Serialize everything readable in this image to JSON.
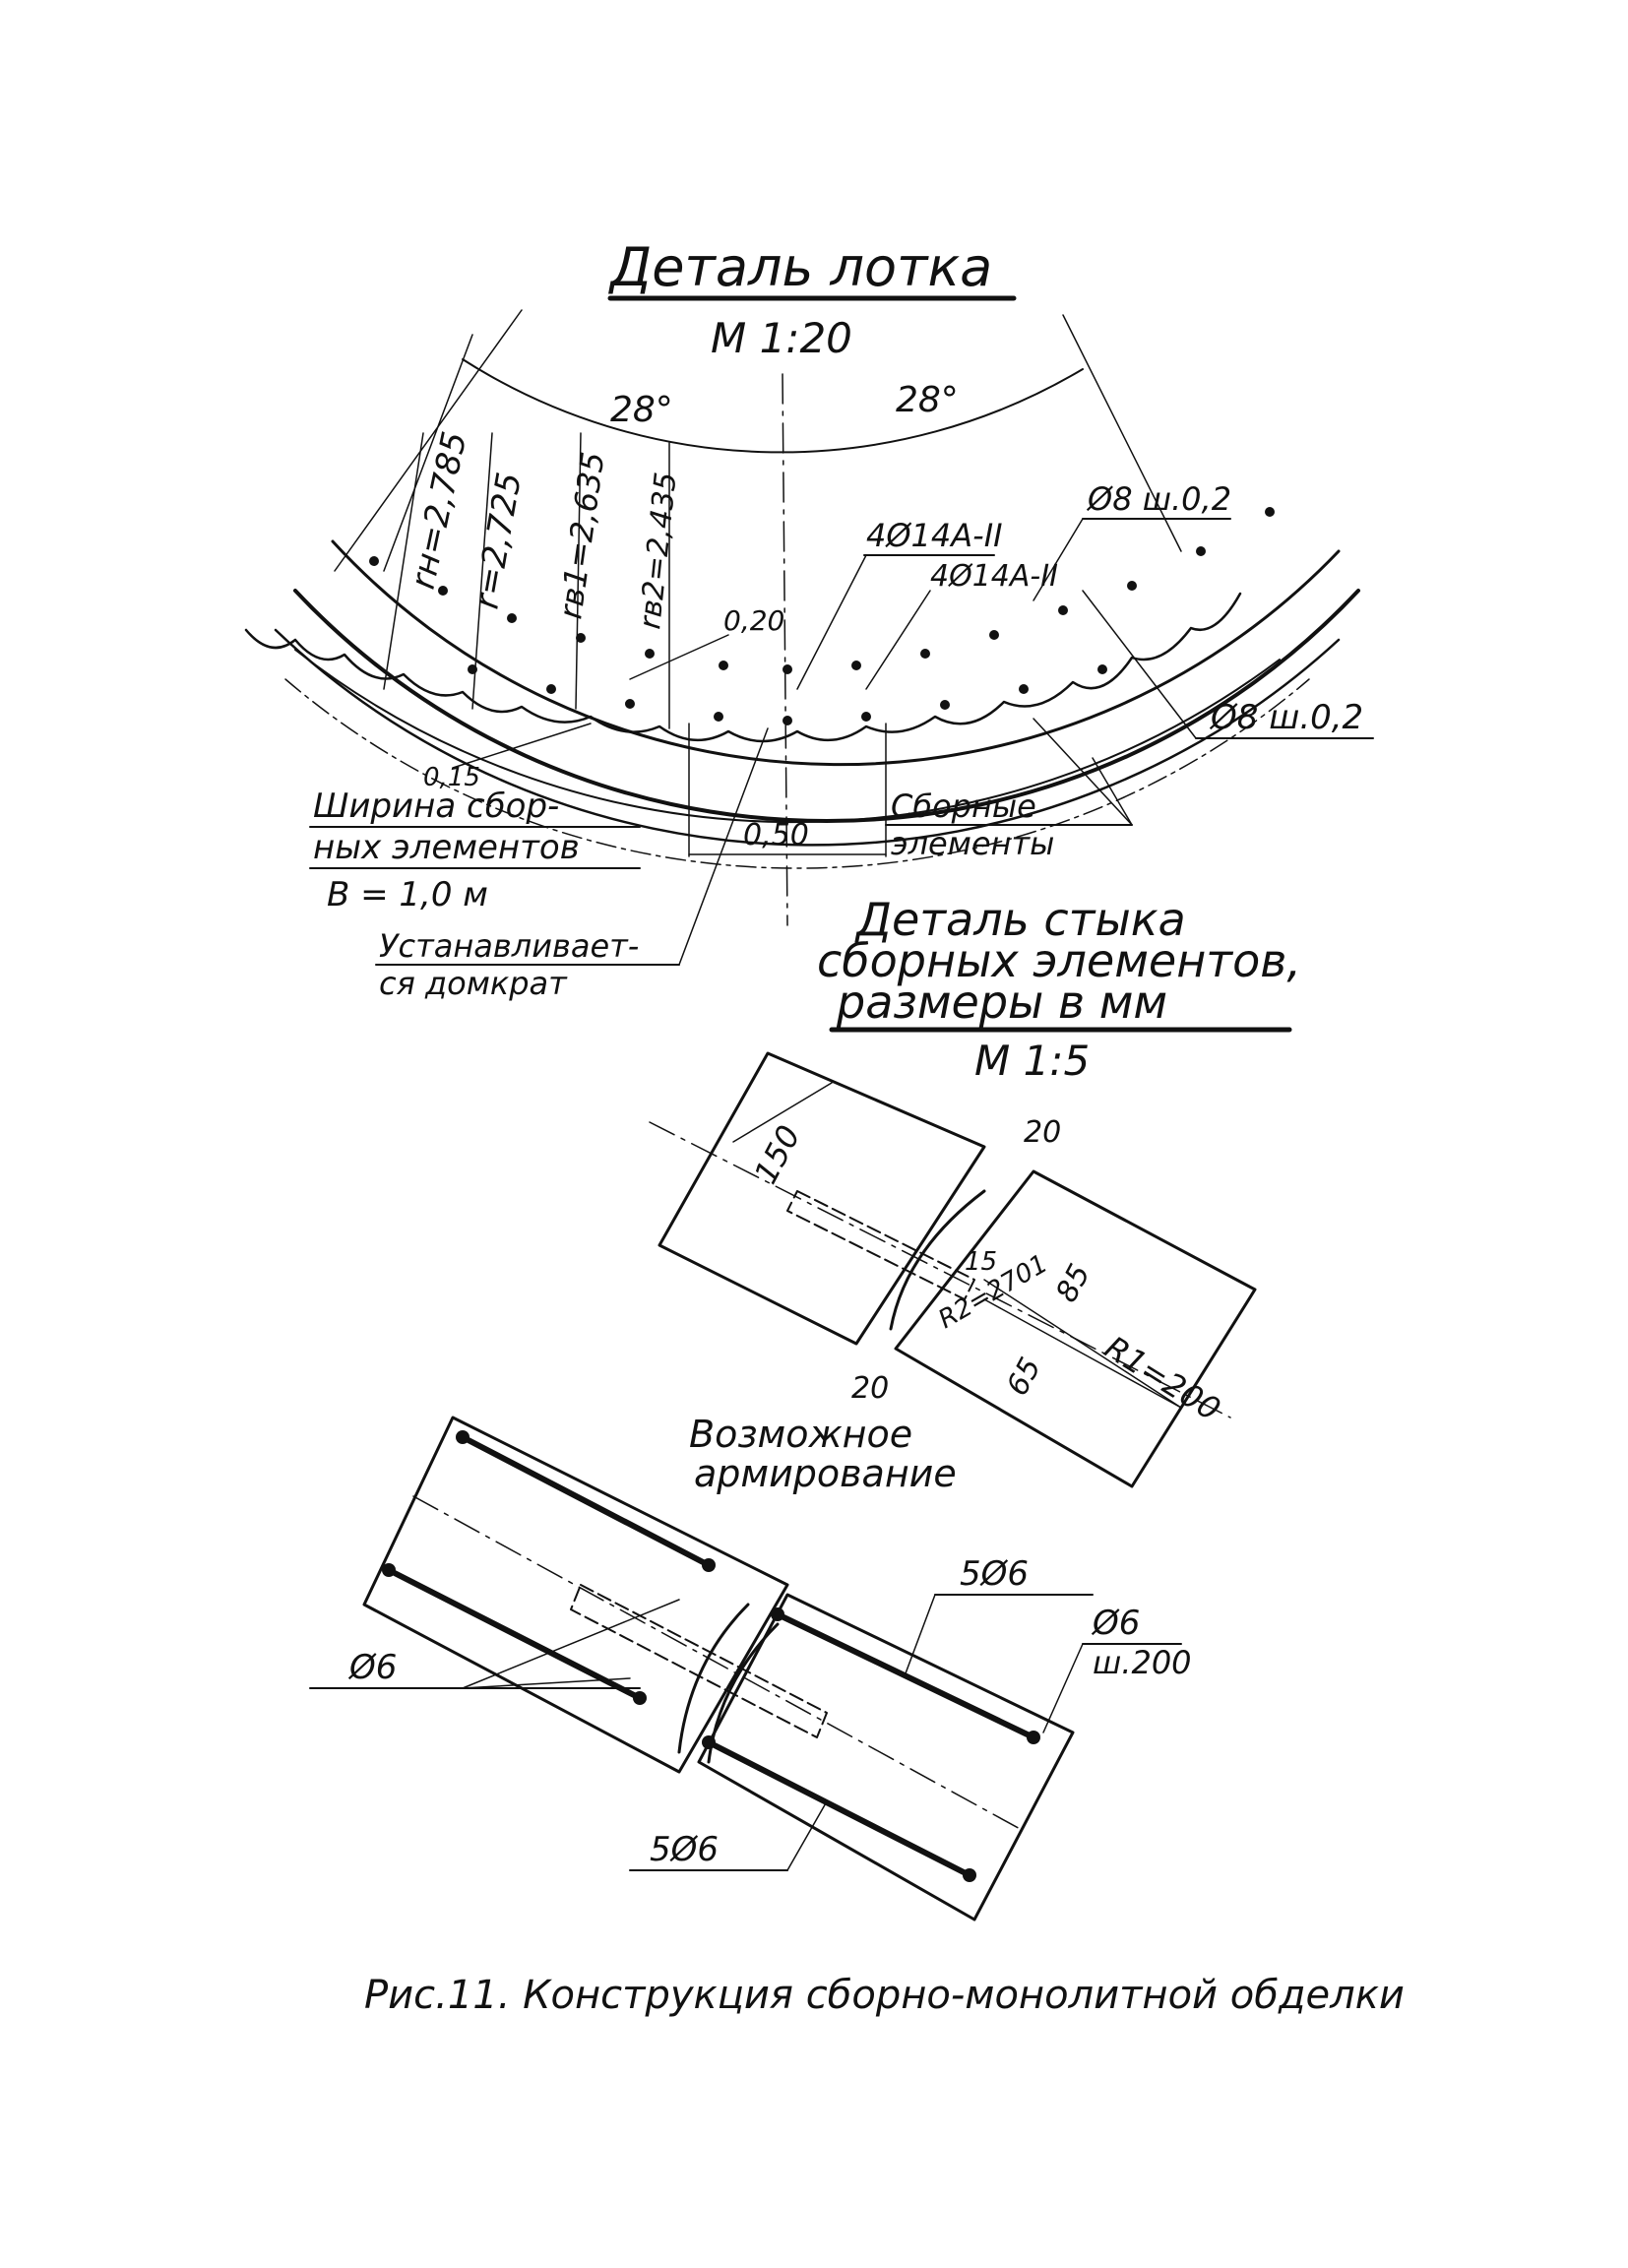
{
  "detail_tray": {
    "title": "Деталь лотка",
    "scale": "М 1:20",
    "angle_left": "28°",
    "angle_right": "28°",
    "r_outer": "rн=2,785",
    "r_mid": "r=2,725",
    "r_inner1": "rв1=2,635",
    "r_inner2": "rв2=2,435",
    "rebar_main_1": "4Ø14А-II",
    "rebar_main_2": "4Ø14А-II",
    "stirrup_top": "Ø8 ш.0,2",
    "stirrup_bottom": "Ø8 ш.0,2",
    "dim_020": "0,20",
    "dim_015": "0,15",
    "dim_050": "0,50",
    "width_label_1": "Ширина сбор-",
    "width_label_2": "ных элементов",
    "width_value": "В = 1,0 м",
    "jack_label_1": "Устанавливает-",
    "jack_label_2": "ся домкрат",
    "precast_label_1": "Сборные",
    "precast_label_2": "элементы"
  },
  "detail_joint": {
    "title_1": "Деталь стыка",
    "title_2": "сборных элементов,",
    "title_3": "размеры в мм",
    "scale": "М 1:5",
    "dim_150": "150",
    "dim_20_top": "20",
    "dim_15": "15",
    "dim_85": "85",
    "dim_65": "65",
    "dim_20_bottom": "20",
    "r2": "R2=2701",
    "r1": "R1=200"
  },
  "reinforcement": {
    "title_1": "Возможное",
    "title_2": "армирование",
    "bar_top": "5Ø6",
    "bar_bottom": "5Ø6",
    "phi6_left": "Ø6",
    "phi6_right": "Ø6",
    "spacing_right": "ш.200"
  },
  "caption": "Рис.11. Конструкция сборно-монолитной обделки"
}
